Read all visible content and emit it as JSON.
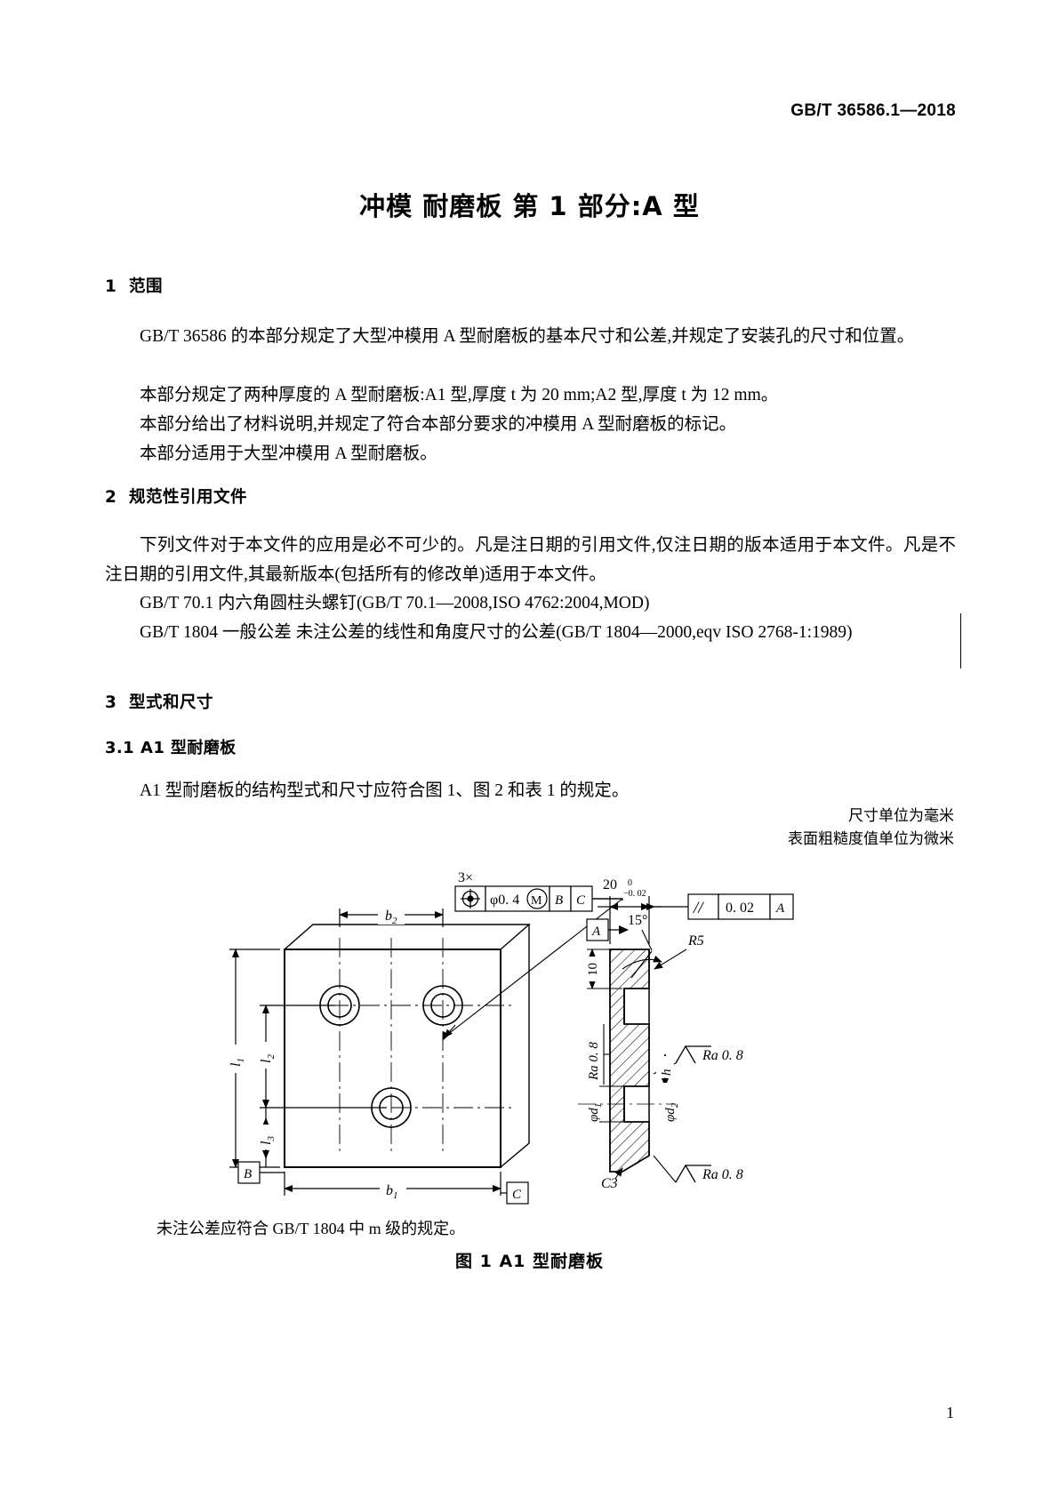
{
  "header": {
    "standard_code": "GB/T",
    "standard_number": "36586.1",
    "dash": "—",
    "year": "2018",
    "full": "GB/T  36586.1—2018"
  },
  "document": {
    "title": "冲模   耐磨板   第 1 部分:A 型",
    "page_number": "1"
  },
  "sections": {
    "s1": {
      "num": "1",
      "title": "范围",
      "p1": "GB/T 36586 的本部分规定了大型冲模用 A 型耐磨板的基本尺寸和公差,并规定了安装孔的尺寸和位置。",
      "p2": "本部分规定了两种厚度的 A 型耐磨板:A1 型,厚度 t 为 20 mm;A2 型,厚度 t 为 12 mm。",
      "p3": "本部分给出了材料说明,并规定了符合本部分要求的冲模用 A 型耐磨板的标记。",
      "p4": "本部分适用于大型冲模用 A 型耐磨板。"
    },
    "s2": {
      "num": "2",
      "title": "规范性引用文件",
      "p1": "下列文件对于本文件的应用是必不可少的。凡是注日期的引用文件,仅注日期的版本适用于本文件。凡是不注日期的引用文件,其最新版本(包括所有的修改单)适用于本文件。",
      "ref1": "GB/T 70.1   内六角圆柱头螺钉(GB/T 70.1—2008,ISO 4762:2004,MOD)",
      "ref2": "GB/T 1804   一般公差   未注公差的线性和角度尺寸的公差(GB/T 1804—2000,eqv ISO 2768-1:1989)"
    },
    "s3": {
      "num": "3",
      "title": "型式和尺寸"
    },
    "s31": {
      "num": "3.1",
      "title": "A1 型耐磨板",
      "p1": "A1 型耐磨板的结构型式和尺寸应符合图 1、图 2 和表 1 的规定。"
    }
  },
  "figure": {
    "unit_note_1": "尺寸单位为毫米",
    "unit_note_2": "表面粗糙度值单位为微米",
    "caption": "图 1   A1 型耐磨板",
    "footnote": "未注公差应符合 GB/T 1804 中 m 级的规定。",
    "labels": {
      "count_3x": "3×",
      "fcf_dia": "φ0. 4",
      "fcf_m": "M",
      "fcf_datum_b": "B",
      "fcf_datum_c": "C",
      "dim_b1": "b",
      "dim_b1_sub": "1",
      "dim_b2": "b",
      "dim_b2_sub": "2",
      "dim_l1": "l",
      "dim_l1_sub": "1",
      "dim_l2": "l",
      "dim_l2_sub": "2",
      "dim_l3": "l",
      "dim_l3_sub": "3",
      "datum_b": "B",
      "datum_c": "C",
      "datum_a": "A",
      "dim_20": "20",
      "tol_upper": "0",
      "tol_lower": "0. 02",
      "parallel_sym": "//",
      "parallel_val": "0. 02",
      "parallel_datum": "A",
      "angle_15": "15°",
      "radius_r5": "R5",
      "dim_10": "10",
      "ra_left": "Ra 0. 8",
      "ra_right_top": "Ra 0. 8",
      "ra_right_bottom": "Ra 0. 8",
      "dim_h": "h",
      "dim_d1": "φd",
      "dim_d1_sub": "1",
      "dim_d2": "φd",
      "dim_d2_sub": "2",
      "chamfer_c3": "C3"
    }
  },
  "colors": {
    "ink": "#000000",
    "paper": "#ffffff"
  }
}
